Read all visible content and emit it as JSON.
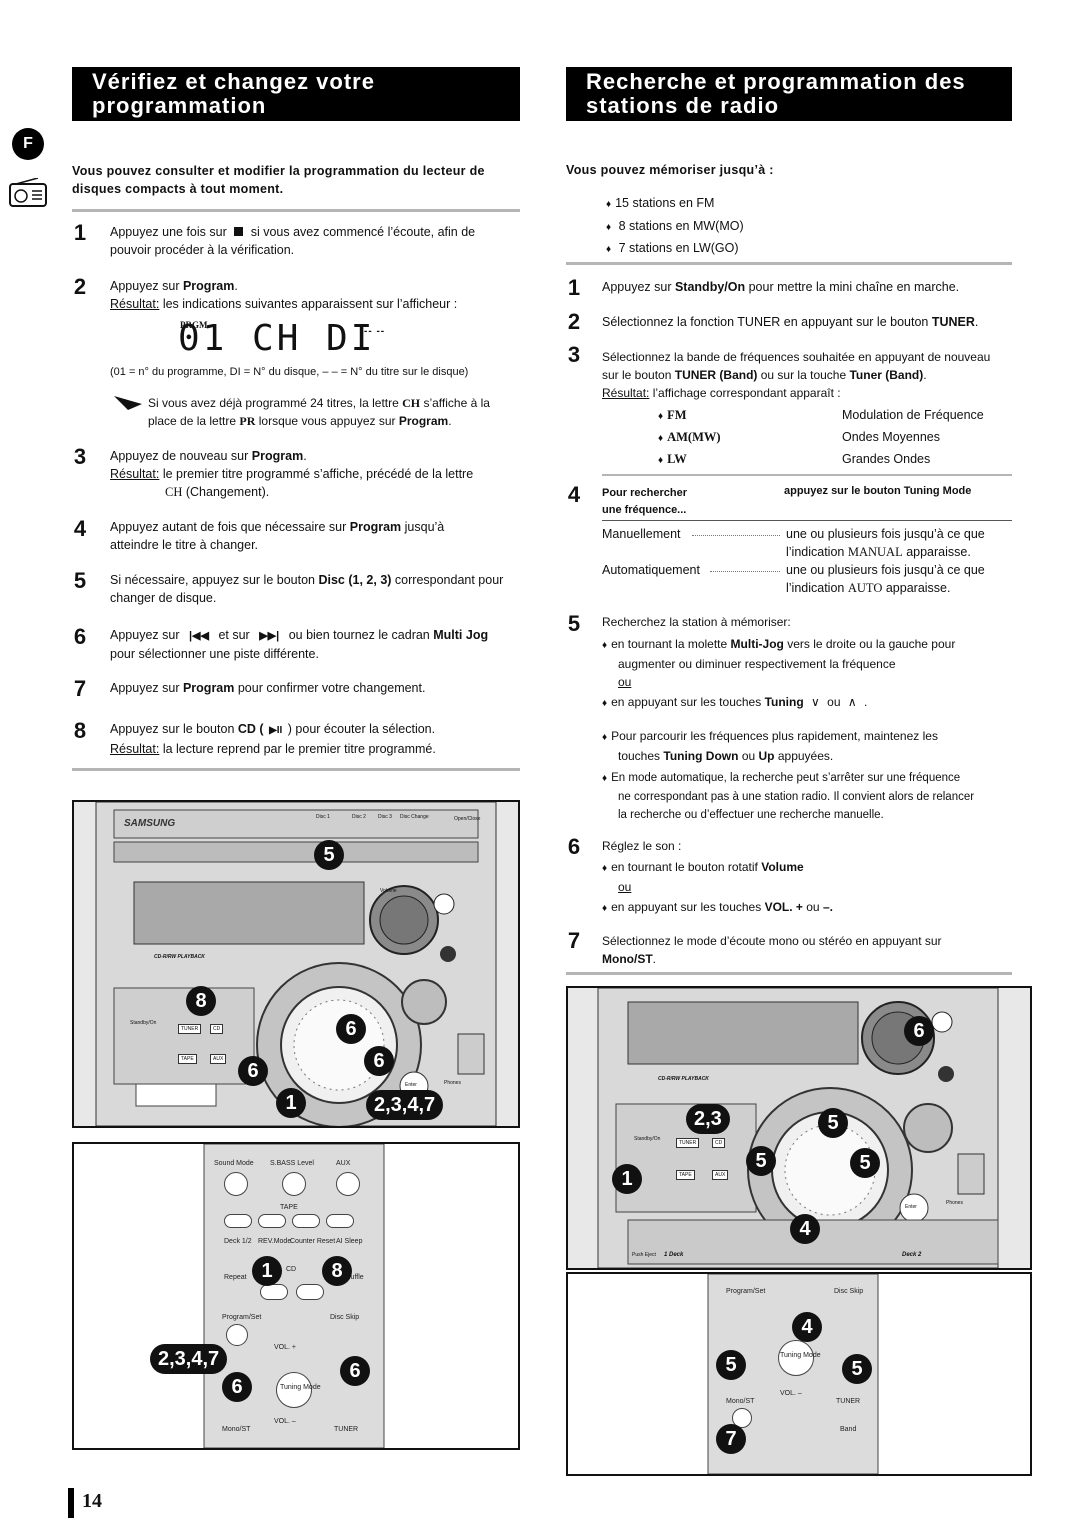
{
  "lang_badge": "F",
  "page_number": "14",
  "left": {
    "title_line1": "Vérifiez et changez votre",
    "title_line2": "programmation",
    "intro": "Vous pouvez consulter et modifier la programmation du lecteur de disques compacts à tout moment.",
    "steps": [
      {
        "n": "1",
        "a": "Appuyez une fois sur",
        "b": "si vous avez commencé l’écoute, afin de",
        "c": "pouvoir procéder à la vérification."
      },
      {
        "n": "2",
        "a": "Appuyez sur",
        "b": "Program",
        "c": "."
      },
      {
        "n": "3",
        "a": "Appuyez de nouveau sur",
        "b": "Program",
        "c": "."
      },
      {
        "n": "4",
        "a": "Appuyez autant de fois que nécessaire sur",
        "b": "Program",
        "c": "jusqu’à",
        "d": "atteindre le titre à changer."
      },
      {
        "n": "5",
        "a": "Si nécessaire, appuyez sur le bouton",
        "b": "Disc (1, 2, 3)",
        "c": "correspondant pour",
        "d": "changer de disque."
      },
      {
        "n": "6",
        "a": "Appuyez sur",
        "b": "et sur",
        "c": "ou bien tournez le cadran",
        "d": "Multi Jog",
        "e": "pour sélectionner une piste différente."
      },
      {
        "n": "7",
        "a": "Appuyez sur",
        "b": "Program",
        "c": "pour confirmer votre changement."
      },
      {
        "n": "8",
        "a": "Appuyez sur le bouton",
        "b": "CD (",
        "c": ") pour écouter la sélection."
      }
    ],
    "resultat": "Résultat:",
    "step2_result": "les indications suivantes apparaissent sur l’afficheur :",
    "lcd_prgm": "PRGM",
    "lcd_text": "01 CH  DI",
    "lcd_dashes": "--  --",
    "lcd_note": "(01 = n° du programme, DI = N° du disque, – – = N° du titre sur le disque)",
    "tip_a": "Si vous avez déjà programmé 24 titres, la lettre",
    "tip_ch": "CH",
    "tip_b": "s’affiche à la",
    "tip_c": "place de la lettre",
    "tip_pr": "PR",
    "tip_d": "lorsque vous appuyez sur",
    "tip_program": "Program",
    "step3_result": "le premier titre programmé s’affiche, précédé de la lettre",
    "step3_ch": "CH",
    "step3_change": "(Changement).",
    "step8_result": "la lecture reprend par le premier titre programmé."
  },
  "right": {
    "title_line1": "Recherche et programmation des",
    "title_line2": "stations de radio",
    "memorise": "Vous pouvez mémoriser jusqu’à :",
    "stations": [
      "15 stations en FM",
      "8 stations en MW(MO)",
      "7 stations en LW(GO)"
    ],
    "s1_a": "Appuyez sur",
    "s1_b": "Standby/On",
    "s1_c": "pour mettre la mini chaîne en marche.",
    "s2_a": "Sélectionnez la fonction TUNER en appuyant sur le bouton",
    "s2_b": "TUNER",
    "s3_a": "Sélectionnez la bande de fréquences souhaitée en appuyant de nouveau",
    "s3_b": "sur le bouton",
    "s3_c": "TUNER (Band)",
    "s3_d": "ou sur la touche",
    "s3_e": "Tuner (Band)",
    "s3_result": "l’affichage correspondant apparaît :",
    "bands": [
      {
        "code": "FM",
        "desc": "Modulation de Fréquence"
      },
      {
        "code": "AM(MW)",
        "desc": "Ondes Moyennes"
      },
      {
        "code": "LW",
        "desc": "Grandes Ondes"
      }
    ],
    "table_h1": "Pour rechercher",
    "table_h1b": "une fréquence...",
    "table_h2": "appuyez sur le bouton Tuning Mode",
    "table_rows": [
      {
        "k": "Manuellement",
        "v1": "une ou plusieurs fois jusqu’à ce que",
        "v2a": "l’indication",
        "v2b": "MANUAL",
        "v2c": "apparaisse."
      },
      {
        "k": "Automatiquement",
        "v1": "une ou plusieurs fois jusqu’à ce que",
        "v2a": "l’indication",
        "v2b": "AUTO",
        "v2c": "apparaisse."
      }
    ],
    "s5": "Recherchez la station à mémoriser:",
    "s5_b1a": "en tournant la molette",
    "s5_b1b": "Multi-Jog",
    "s5_b1c": "vers le droite ou la gauche pour",
    "s5_b1d": "augmenter ou diminuer respectivement la fréquence",
    "ou": "ou",
    "s5_b2a": "en appuyant sur les touches",
    "s5_b2b": "Tuning",
    "s5_b2c": "ou",
    "s5_b3a": "Pour parcourir les fréquences plus rapidement, maintenez les",
    "s5_b3b": "touches",
    "s5_b3c": "Tuning Down",
    "s5_b3d": "ou",
    "s5_b3e": "Up",
    "s5_b3f": "appuyées.",
    "s5_b4a": "En mode automatique, la recherche peut s’arrêter sur une fréquence",
    "s5_b4b": "ne correspondant pas à une station radio. Il convient alors de relancer",
    "s5_b4c": "la recherche ou d’effectuer une recherche manuelle.",
    "s6": "Réglez le son :",
    "s6_b1a": "en tournant le bouton rotatif",
    "s6_b1b": "Volume",
    "s6_b2a": "en appuyant sur les touches",
    "s6_b2b": "VOL. +",
    "s6_b2c": "ou",
    "s6_b2d": "–.",
    "s7_a": "Sélectionnez le mode d’écoute mono ou stéréo en appuyant sur",
    "s7_b": "Mono/ST"
  },
  "device": {
    "brand": "SAMSUNG",
    "disc1": "Disc 1",
    "disc2": "Disc 2",
    "disc3": "Disc 3",
    "disc_change": "Disc Change",
    "open_close": "Open/Close",
    "cdrw": "CD-R/RW PLAYBACK",
    "volume": "Volume",
    "tuner": "TUNER",
    "tape": "TAPE",
    "aux": "AUX",
    "cd": "CD",
    "standby": "Standby/On",
    "enter": "Enter",
    "phones": "Phones",
    "deck1": "1 Deck",
    "deck2": "Deck 2",
    "push_eject": "Push Eject"
  },
  "remote": {
    "sound_mode": "Sound Mode",
    "sbass": "S.BASS Level",
    "aux": "AUX",
    "tape": "TAPE",
    "deck": "Deck 1/2",
    "rev_mode": "REV.Mode",
    "counter": "Counter Reset",
    "ai_sleep": "AI Sleep",
    "repeat": "Repeat",
    "cd": "CD",
    "shuffle": "Shuffle",
    "program_set": "Program/Set",
    "disc_skip": "Disc Skip",
    "vol_plus": "VOL. +",
    "vol_minus": "VOL. –",
    "tuning_mode": "Tuning Mode",
    "mono_st": "Mono/ST",
    "tuner": "TUNER",
    "band": "Band"
  },
  "callouts": {
    "l_dev": [
      "5",
      "8",
      "6",
      "6",
      "6",
      "1",
      "2,3,4,7"
    ],
    "l_rc": [
      "1",
      "8",
      "2,3,4,7",
      "6",
      "6"
    ],
    "r_dev": [
      "6",
      "2,3",
      "5",
      "5",
      "5",
      "1",
      "4"
    ],
    "r_rc": [
      "4",
      "5",
      "5",
      "7"
    ]
  }
}
